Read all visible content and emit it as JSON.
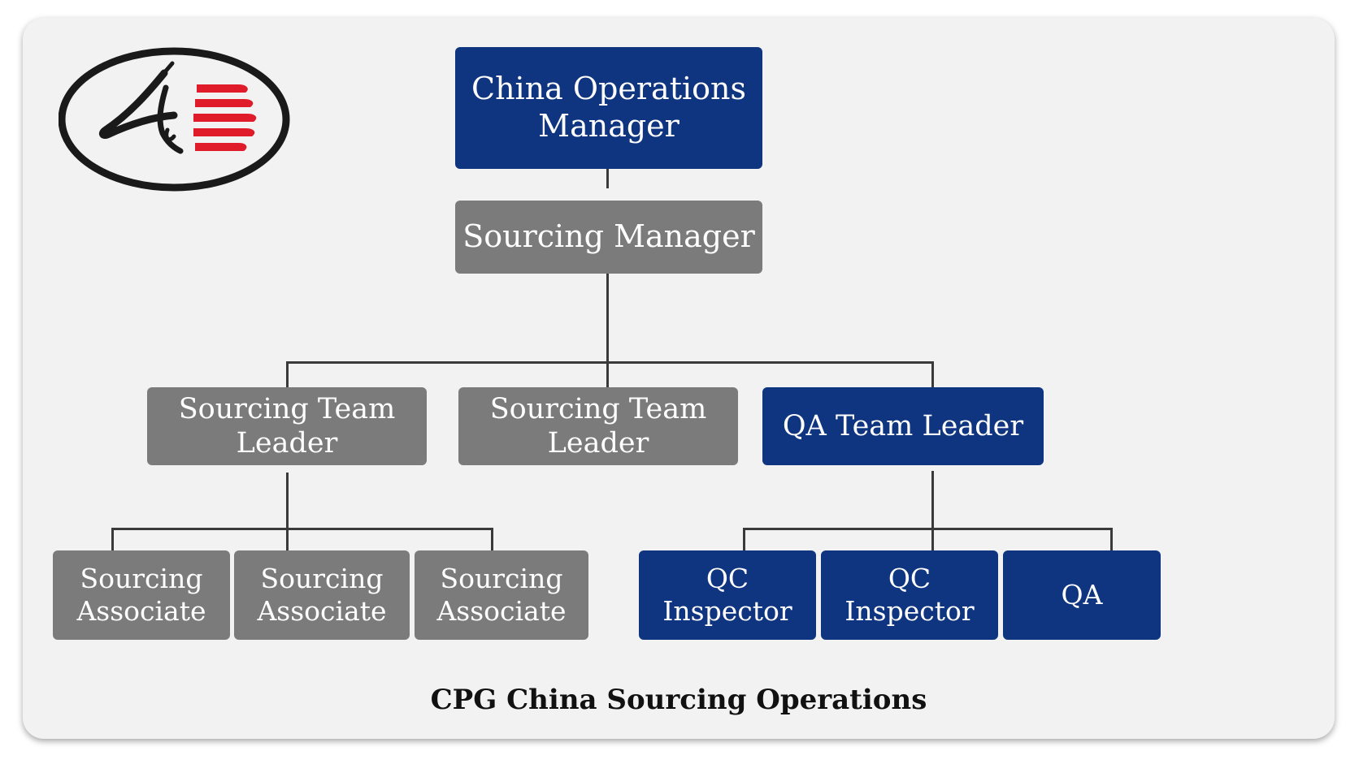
{
  "org_chart": {
    "top": "China Operations\nManager",
    "sourcing_manager": "Sourcing Manager",
    "team_leader_1": "Sourcing Team\nLeader",
    "team_leader_2": "Sourcing Team\nLeader",
    "qa_team_leader": "QA Team Leader",
    "associate_1": "Sourcing\nAssociate",
    "associate_2": "Sourcing\nAssociate",
    "associate_3": "Sourcing\nAssociate",
    "qc_inspector_1": "QC Inspector",
    "qc_inspector_2": "QC Inspector",
    "qa": "QA"
  },
  "caption": "CPG China Sourcing Operations",
  "colors": {
    "navy": "#0f3580",
    "gray": "#7b7b7b",
    "logo_red": "#e01c2b",
    "logo_black": "#1a1a1a"
  },
  "icons": {
    "logo": "company-logo-icon"
  }
}
